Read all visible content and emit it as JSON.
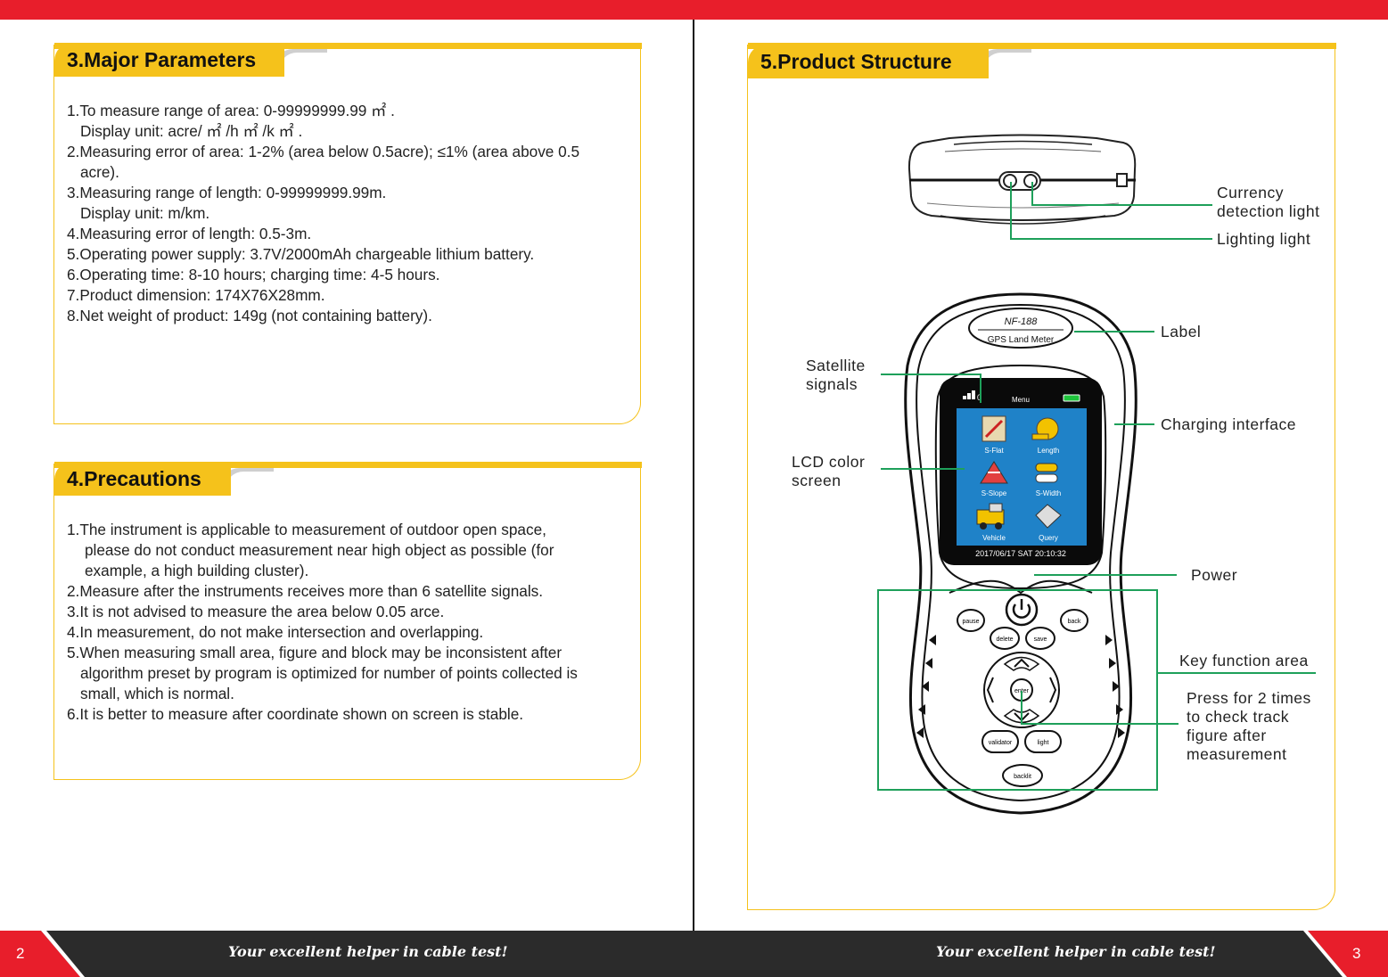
{
  "left_page": {
    "page_number": "2",
    "slogan": "Your excellent helper in cable test!",
    "parameters": {
      "title": "3.Major Parameters",
      "lines": [
        "1.To measure range of area: 0-99999999.99 ㎡ .",
        "Display unit: acre/ ㎡ /h ㎡ /k ㎡ .",
        "2.Measuring error of area: 1-2% (area below 0.5acre); ≤1% (area above 0.5",
        "acre).",
        "3.Measuring range of length: 0-99999999.99m.",
        "Display unit: m/km.",
        "4.Measuring error of length: 0.5-3m.",
        "5.Operating power supply: 3.7V/2000mAh chargeable lithium battery.",
        "6.Operating time: 8-10 hours; charging time: 4-5 hours.",
        "7.Product dimension: 174X76X28mm.",
        "8.Net weight of product: 149g (not containing battery)."
      ]
    },
    "precautions": {
      "title": "4.Precautions",
      "lines": [
        "1.The instrument is applicable to measurement of outdoor open space,",
        "please do not conduct measurement near high object as possible (for",
        "example, a high building cluster).",
        "2.Measure after the instruments receives more than 6 satellite signals.",
        "3.It is not advised to measure the area below 0.05 arce.",
        "4.In measurement, do not make intersection and overlapping.",
        "5.When measuring small area, figure and block may be inconsistent after",
        "algorithm preset by program is optimized for number of points collected is",
        "small, which is normal.",
        "6.It is better to measure after coordinate shown on screen is stable."
      ]
    }
  },
  "right_page": {
    "page_number": "3",
    "slogan": "Your excellent helper in cable test!",
    "structure": {
      "title": "5.Product Structure",
      "callouts": {
        "currency": [
          "Currency",
          "detection light"
        ],
        "lighting": "Lighting light",
        "label": "Label",
        "satellite": [
          "Satellite",
          "signals"
        ],
        "charging": "Charging interface",
        "lcd": [
          "LCD color",
          "screen"
        ],
        "power": "Power",
        "key_area": "Key function area",
        "press": [
          "Press for 2 times",
          "to check track",
          "figure after",
          "measurement"
        ]
      },
      "device": {
        "model": "NF-188",
        "name": "GPS Land Meter",
        "screen_header": "Menu",
        "screen_footer": "2017/06/17   SAT   20:10:32",
        "menu_items": [
          "S-Flat",
          "Length",
          "S-Slope",
          "S-Width",
          "Vehicle",
          "Query"
        ],
        "buttons": {
          "pause": "pause",
          "back": "back",
          "delete": "delete",
          "save": "save",
          "enter": "enter",
          "validator": "validator",
          "light": "light",
          "backlit": "backlit"
        }
      }
    }
  },
  "colors": {
    "red": "#e81e2b",
    "gold": "#f5c21b",
    "dark": "#2b2b2b",
    "leader_green": "#1ea05a",
    "screen_blue": "#1f82c8"
  }
}
